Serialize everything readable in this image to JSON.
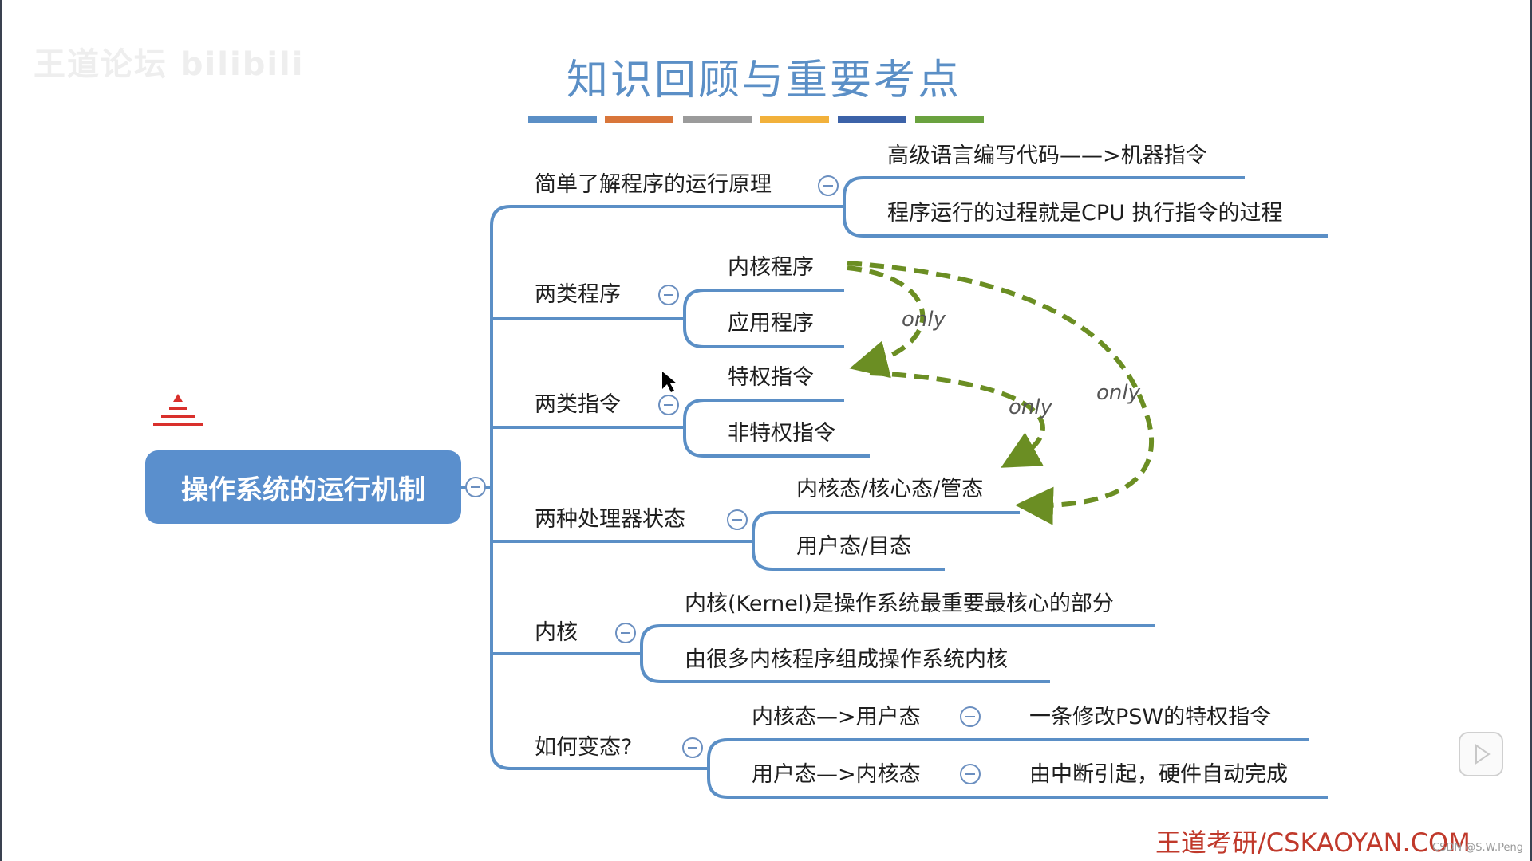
{
  "watermark": "王道论坛 bilibili",
  "title": "知识回顾与重要考点",
  "root": "操作系统的运行机制",
  "branches": {
    "b1": {
      "label": "简单了解程序的运行原理",
      "children": [
        "高级语言编写代码——>机器指令",
        "程序运行的过程就是CPU 执行指令的过程"
      ]
    },
    "b2": {
      "label": "两类程序",
      "children": [
        "内核程序",
        "应用程序"
      ]
    },
    "b3": {
      "label": "两类指令",
      "children": [
        "特权指令",
        "非特权指令"
      ]
    },
    "b4": {
      "label": "两种处理器状态",
      "children": [
        "内核态/核心态/管态",
        "用户态/目态"
      ]
    },
    "b5": {
      "label": "内核",
      "children": [
        "内核(Kernel)是操作系统最重要最核心的部分",
        "由很多内核程序组成操作系统内核"
      ]
    },
    "b6": {
      "label": "如何变态?",
      "children": [
        "内核态—>用户态",
        "用户态—>内核态"
      ],
      "details": [
        "一条修改PSW的特权指令",
        "由中断引起，硬件自动完成"
      ]
    }
  },
  "arrow_labels": [
    "only",
    "only",
    "only"
  ],
  "footer": "王道考研/CSKAOYAN.COM",
  "credit": "CSDN @S.W.Peng",
  "colors": {
    "accent": "#5a8fcd",
    "line": "#5b8fc6",
    "arrow": "#6b8e23",
    "bars": [
      "#5b8fc6",
      "#d9763a",
      "#9b9b9b",
      "#f2b13b",
      "#3c62a8",
      "#6aa23f"
    ]
  }
}
